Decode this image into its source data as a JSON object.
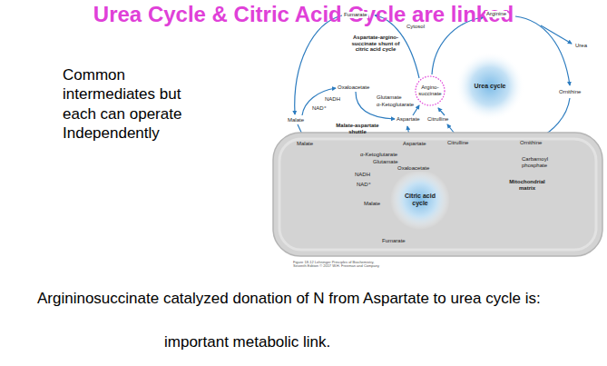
{
  "diagram": {
    "title": "Urea Cycle & Citric Acid Cycle are linked",
    "nodes": [
      {
        "text": [
          "Argino- succinate"
        ]
      },
      {
        "text": [
          "Urea cycle"
        ]
      },
      {
        "text": [
          "Mitochondrial matrix"
        ]
      },
      {
        "text": [
          "Citric acid cycle"
        ],
        "in": 2
      }
    ],
    "labels": [
      "Common intermediates but each can operate Independently",
      "Fumarate",
      "Cytosol",
      "Arginine",
      "Urea",
      "Aspartate-argino- succinate shunt of citric acid cycle",
      "Oxaloacetate",
      "NADH",
      "Glutamate",
      "NAD⁺",
      "α-Ketoglutarate",
      "Malate",
      "Malate-aspartate shuttle",
      "Aspartate",
      "Citrulline",
      "Ornithine",
      "Malate",
      "Aspartate",
      "Citrulline",
      "Ornithine",
      "α-Ketoglutarate",
      "Glutamate",
      "Oxaloacetate",
      "Carbamoyl phosphate",
      "NADH",
      "NAD⁺",
      "Malate",
      "Fumarate",
      "Figure 18-12 Lehninger Principles of Biochemistry, Seventh Edition © 2017 W.H. Freeman and Company",
      "Argininosuccinate catalyzed donation of N from Aspartate to urea cycle is:",
      "important metabolic link."
    ]
  }
}
